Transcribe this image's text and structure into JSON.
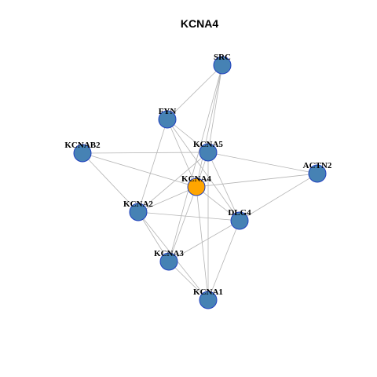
{
  "title": "KCNA4",
  "colors": {
    "node_fill": "#4682b4",
    "node_stroke": "#1f3fbf",
    "center_fill": "#ffa500",
    "center_stroke": "#1f3fbf",
    "edge": "#b4b4b4",
    "label": "#000000"
  },
  "network": {
    "nodes": [
      {
        "id": "SRC",
        "label": "SRC",
        "center": false
      },
      {
        "id": "FYN",
        "label": "FYN",
        "center": false
      },
      {
        "id": "KCNAB2",
        "label": "KCNAB2",
        "center": false
      },
      {
        "id": "KCNA5",
        "label": "KCNA5",
        "center": false
      },
      {
        "id": "ACTN2",
        "label": "ACTN2",
        "center": false
      },
      {
        "id": "KCNA4",
        "label": "KCNA4",
        "center": true
      },
      {
        "id": "KCNA2",
        "label": "KCNA2",
        "center": false
      },
      {
        "id": "DLG4",
        "label": "DLG4",
        "center": false
      },
      {
        "id": "KCNA3",
        "label": "KCNA3",
        "center": false
      },
      {
        "id": "KCNA1",
        "label": "KCNA1",
        "center": false
      }
    ],
    "edges": [
      [
        "SRC",
        "FYN"
      ],
      [
        "SRC",
        "KCNA5"
      ],
      [
        "SRC",
        "KCNA4"
      ],
      [
        "SRC",
        "KCNA3"
      ],
      [
        "FYN",
        "KCNA5"
      ],
      [
        "FYN",
        "KCNA4"
      ],
      [
        "FYN",
        "KCNA2"
      ],
      [
        "FYN",
        "DLG4"
      ],
      [
        "KCNAB2",
        "KCNA5"
      ],
      [
        "KCNAB2",
        "KCNA4"
      ],
      [
        "KCNAB2",
        "KCNA2"
      ],
      [
        "KCNA5",
        "ACTN2"
      ],
      [
        "KCNA5",
        "KCNA4"
      ],
      [
        "KCNA5",
        "KCNA2"
      ],
      [
        "KCNA5",
        "DLG4"
      ],
      [
        "KCNA5",
        "KCNA1"
      ],
      [
        "ACTN2",
        "KCNA4"
      ],
      [
        "ACTN2",
        "DLG4"
      ],
      [
        "KCNA4",
        "KCNA2"
      ],
      [
        "KCNA4",
        "DLG4"
      ],
      [
        "KCNA4",
        "KCNA3"
      ],
      [
        "KCNA4",
        "KCNA1"
      ],
      [
        "KCNA2",
        "DLG4"
      ],
      [
        "KCNA2",
        "KCNA3"
      ],
      [
        "KCNA2",
        "KCNA1"
      ],
      [
        "DLG4",
        "KCNA3"
      ],
      [
        "DLG4",
        "KCNA1"
      ],
      [
        "KCNA3",
        "KCNA1"
      ]
    ]
  }
}
